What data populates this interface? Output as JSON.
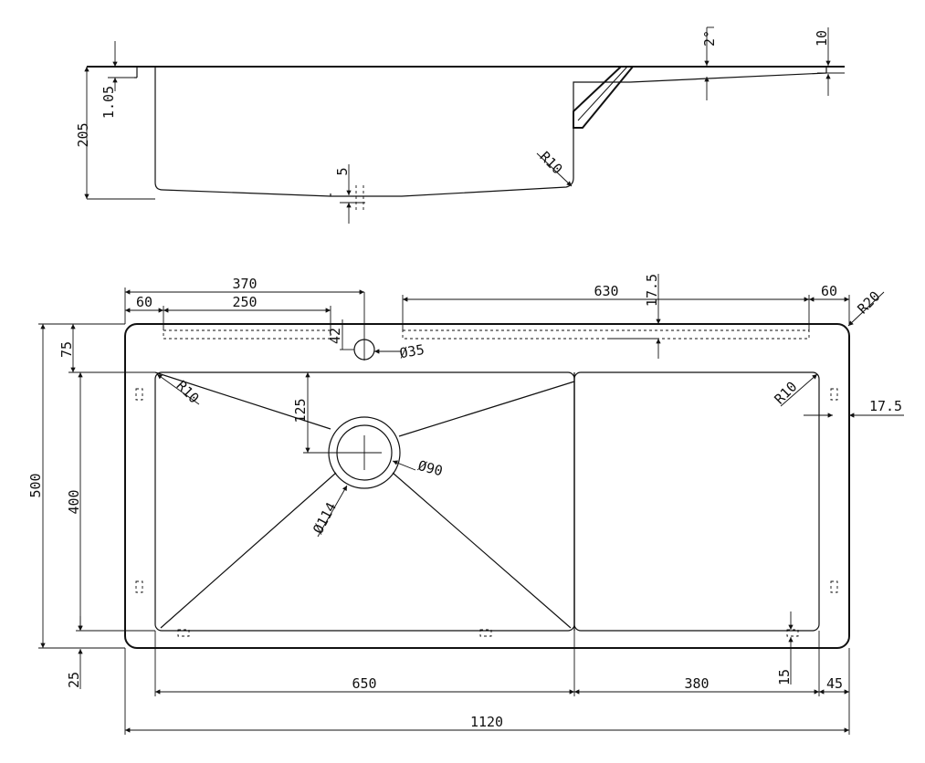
{
  "side_view": {
    "dim_205": "205",
    "dim_105": "1.05",
    "dim_5": "5",
    "dim_10": "10",
    "dim_angle": "2°",
    "radius_r10": "R10"
  },
  "plan_view": {
    "dim_370": "370",
    "dim_60_left": "60",
    "dim_250": "250",
    "dim_630": "630",
    "dim_175_top": "17.5",
    "dim_60_right": "60",
    "radius_r20": "R20",
    "dim_42": "42",
    "hole_d35": "Ø35",
    "dim_75": "75",
    "radius_r10_left": "R10",
    "dim_125": "125",
    "drain_d90": "Ø90",
    "drain_d114": "Ø114",
    "radius_r10_right": "R10",
    "dim_175_right": "17.5",
    "dim_500": "500",
    "dim_400": "400",
    "dim_25": "25",
    "dim_650": "650",
    "dim_380": "380",
    "dim_15": "15",
    "dim_45": "45",
    "dim_1120": "1120"
  }
}
